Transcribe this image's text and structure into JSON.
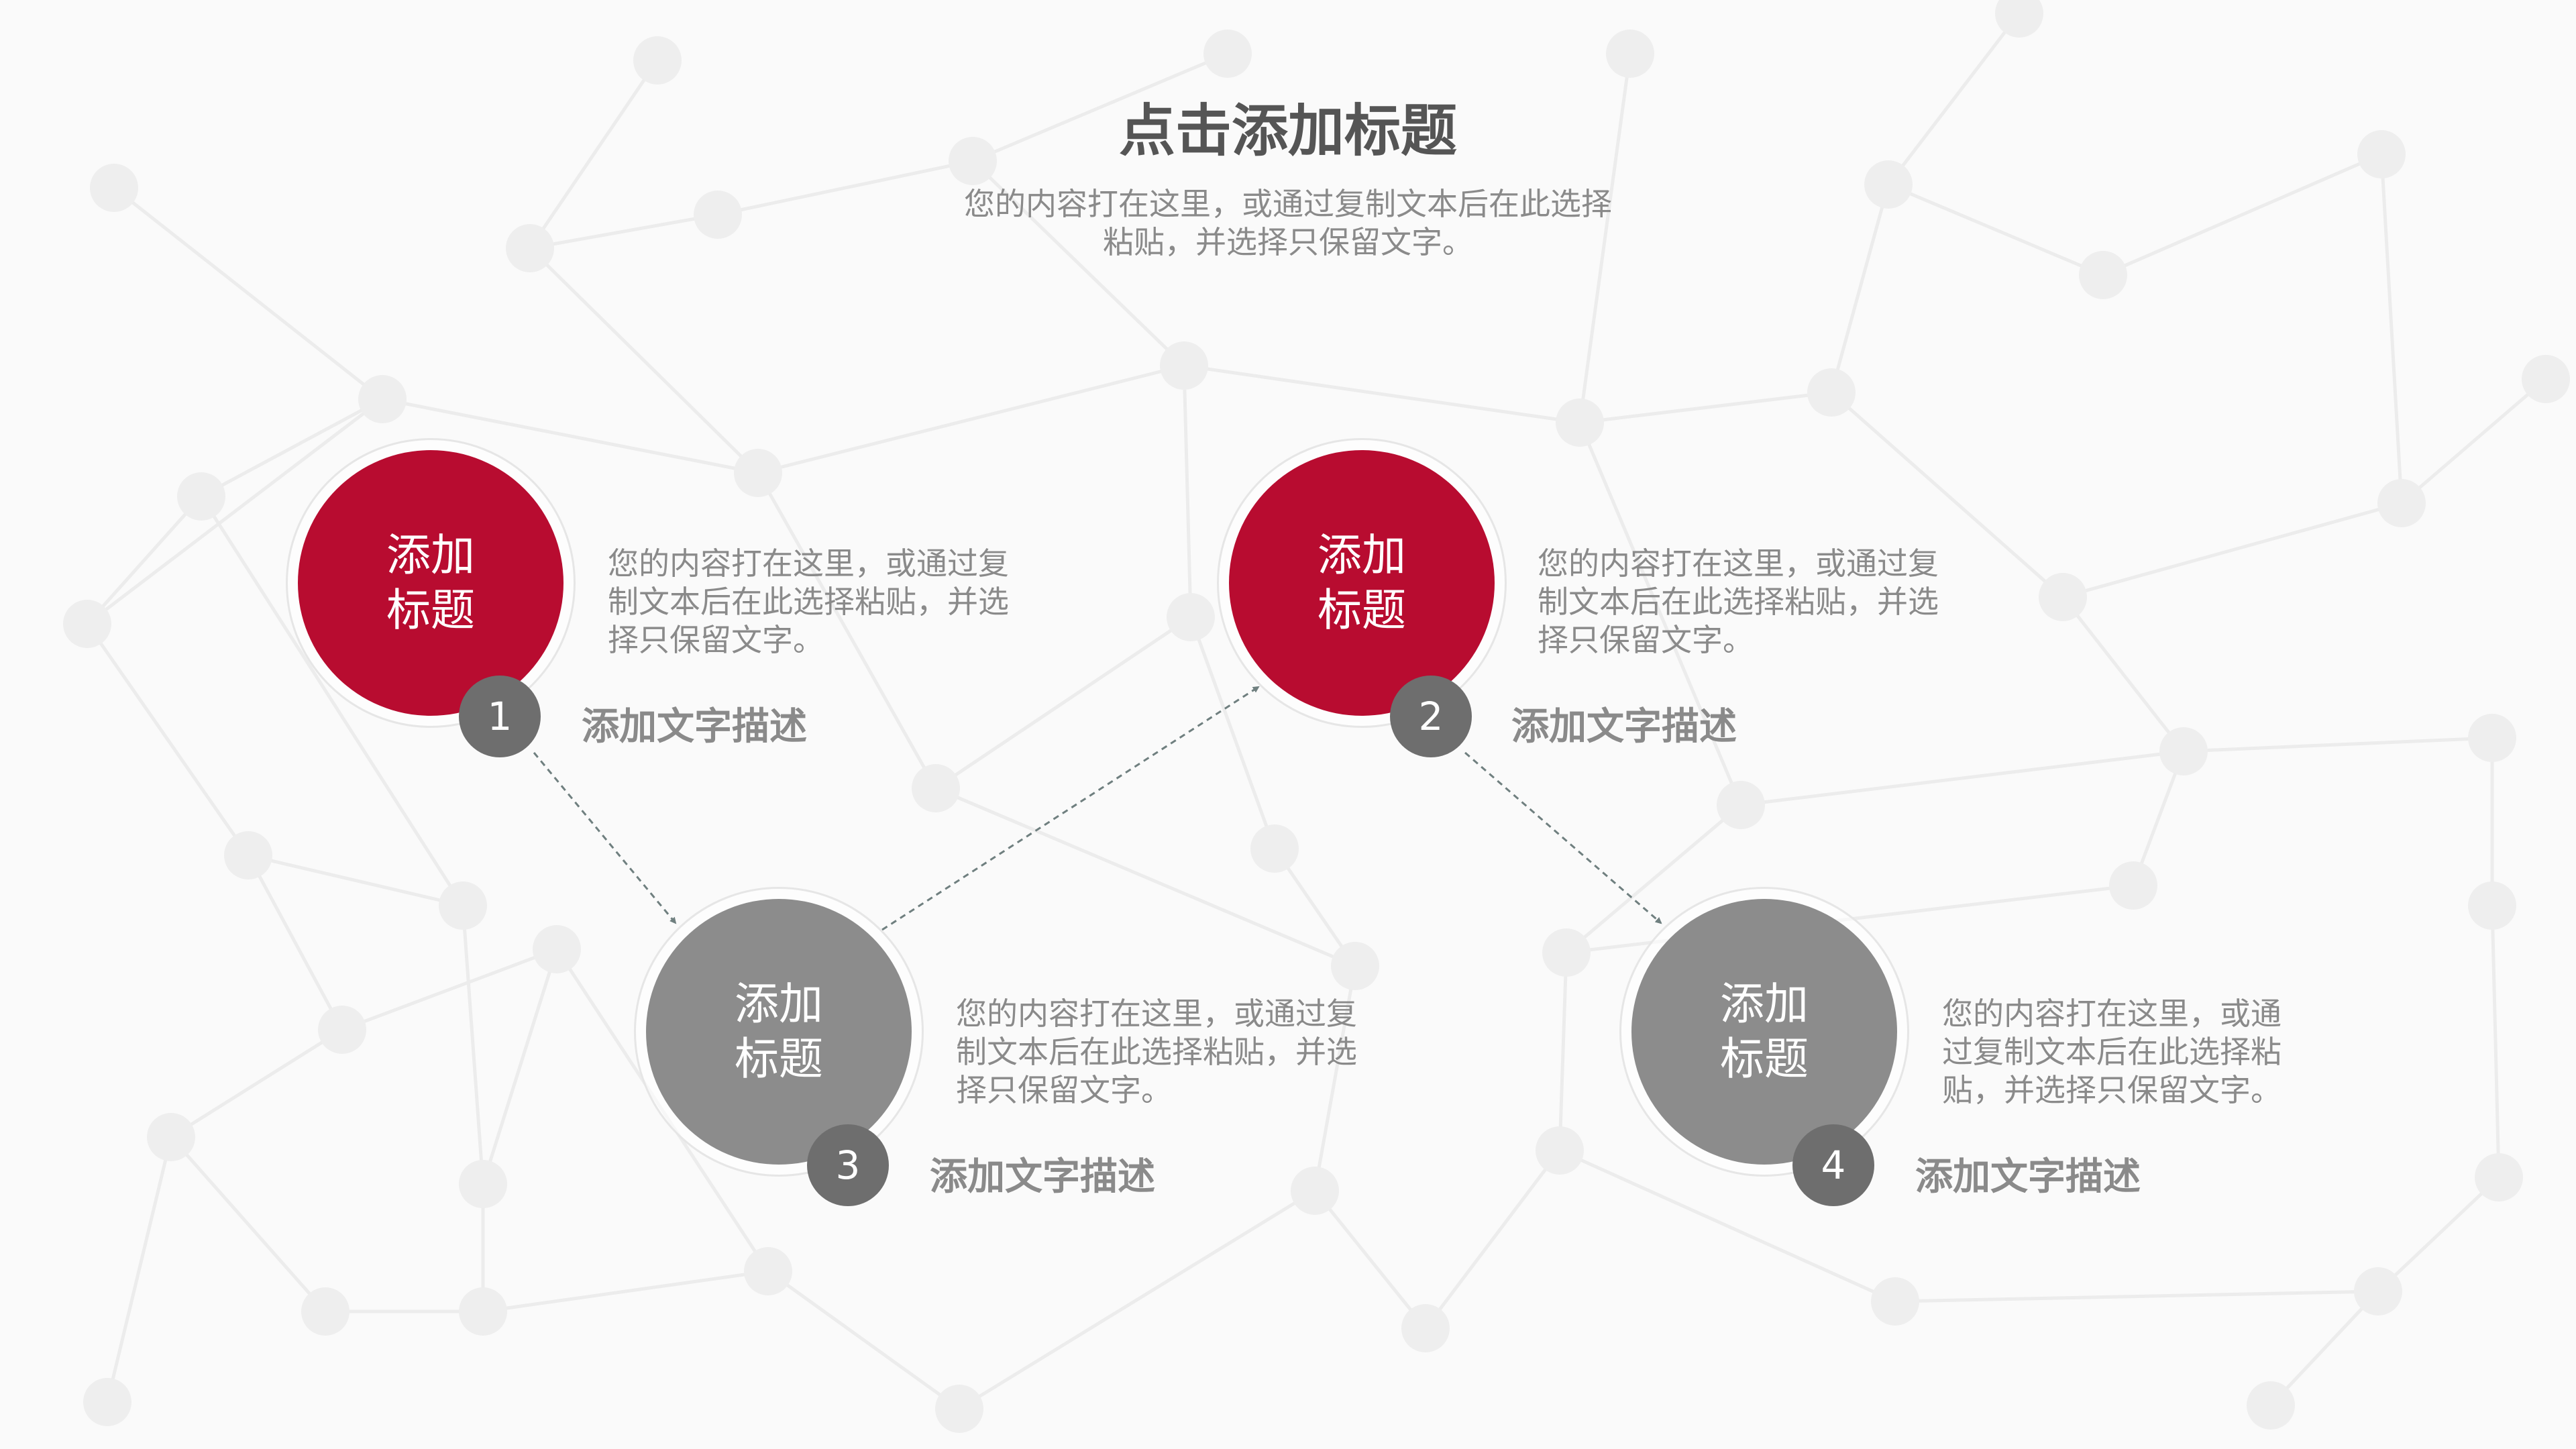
{
  "header": {
    "title": "点击添加标题",
    "subtitle_lines": [
      "您的内容打在这里，或通过复制文本后在此选择",
      "粘贴，并选择只保留文字。"
    ]
  },
  "colors": {
    "accent": "#b80c30",
    "gray_circle": "#8c8c8c",
    "badge": "#6e6e6e",
    "text": "#8a8a8a",
    "title": "#555555"
  },
  "steps": [
    {
      "number": "1",
      "circle_lines": [
        "添加",
        "标题"
      ],
      "color": "red",
      "desc_lines": [
        "您的内容打在这里，或通过复",
        "制文本后在此选择粘贴，并选",
        "择只保留文字。"
      ],
      "label": "添加文字描述"
    },
    {
      "number": "2",
      "circle_lines": [
        "添加",
        "标题"
      ],
      "color": "red",
      "desc_lines": [
        "您的内容打在这里，或通过复",
        "制文本后在此选择粘贴，并选",
        "择只保留文字。"
      ],
      "label": "添加文字描述"
    },
    {
      "number": "3",
      "circle_lines": [
        "添加",
        "标题"
      ],
      "color": "gray",
      "desc_lines": [
        "您的内容打在这里，或通过复",
        "制文本后在此选择粘贴，并选",
        "择只保留文字。"
      ],
      "label": "添加文字描述"
    },
    {
      "number": "4",
      "circle_lines": [
        "添加",
        "标题"
      ],
      "color": "gray",
      "desc_lines": [
        "您的内容打在这里，或通",
        "过复制文本后在此选择粘",
        "贴，并选择只保留文字。"
      ],
      "label": "添加文字描述"
    }
  ]
}
